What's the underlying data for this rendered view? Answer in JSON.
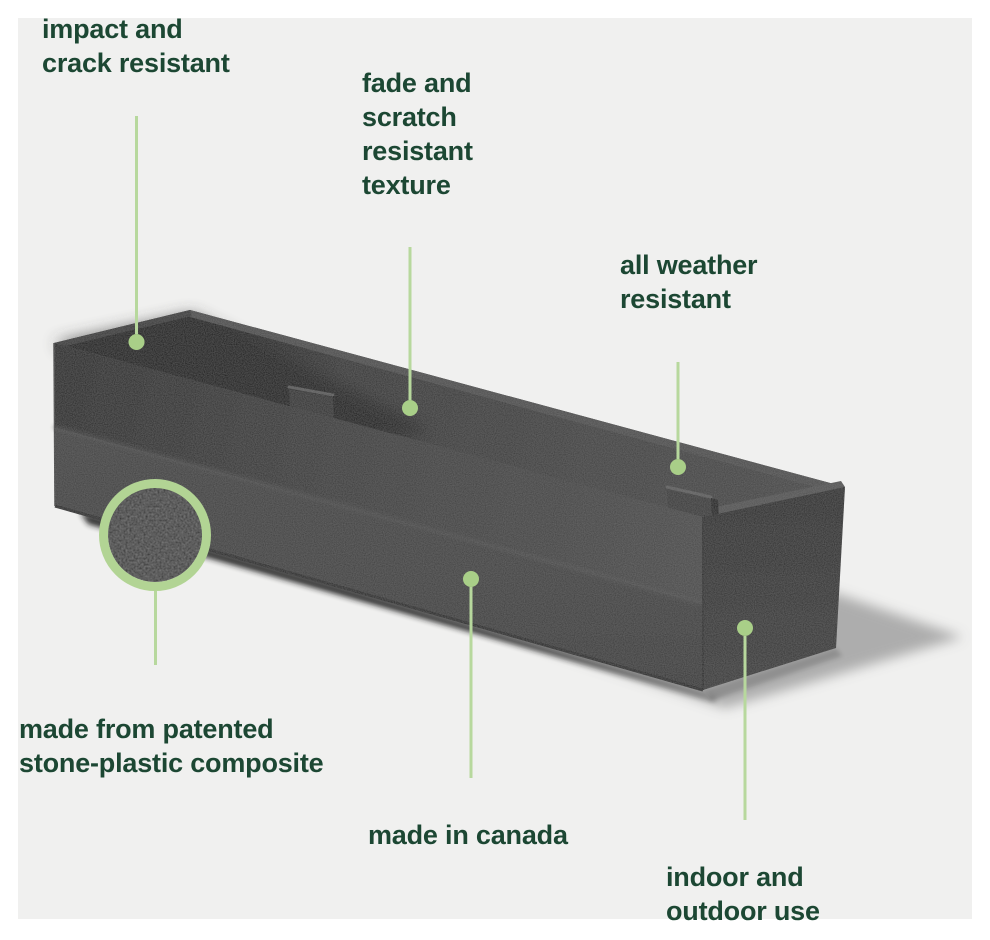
{
  "page": {
    "background": "#ffffff",
    "panel_background": "#f0f0ef"
  },
  "colors": {
    "label_text_green": "#1c4733",
    "callout_line_green": "#b7d89d",
    "callout_dot_green": "#a9cf88",
    "detail_ring_green": "#b2d494",
    "planter_front": "#3d3d3d",
    "planter_end": "#2c2c2c",
    "planter_interior": "#1a1a1a",
    "cast_shadow": "#a2a2a2"
  },
  "features": {
    "impact": {
      "label": "impact and\ncrack resistant"
    },
    "fade": {
      "label": "fade and\nscratch\nresistant\ntexture"
    },
    "weather": {
      "label": "all weather\nresistant"
    },
    "composite": {
      "label": "made from patented\nstone-plastic composite"
    },
    "canada": {
      "label": "made in canada"
    },
    "indoor": {
      "label": "indoor and\noutdoor use"
    }
  }
}
